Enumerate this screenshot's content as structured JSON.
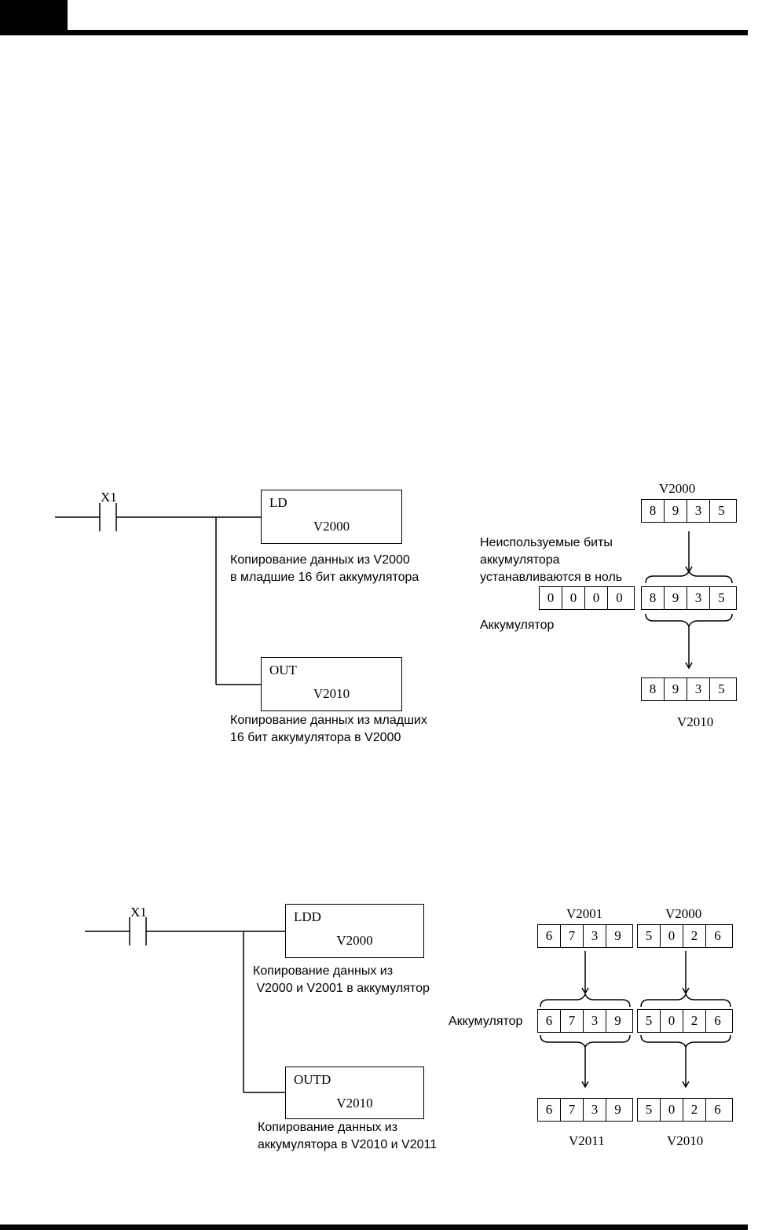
{
  "example1": {
    "contact_label": "X1",
    "instr1": {
      "mnemonic": "LD",
      "operand": "V2000"
    },
    "instr1_desc": [
      "Копирование данных из V2000",
      "в младшие 16 бит аккумулятора"
    ],
    "instr2": {
      "mnemonic": "OUT",
      "operand": "V2010"
    },
    "instr2_desc": [
      "Копирование данных из младших",
      "16 бит аккумулятора в V2000"
    ],
    "source_label": "V2000",
    "source_digits": [
      "8",
      "9",
      "3",
      "5"
    ],
    "unused_note": [
      "Неиспользуемые биты",
      "аккумулятора",
      "устанавливаются в ноль"
    ],
    "acc_high_digits": [
      "0",
      "0",
      "0",
      "0"
    ],
    "acc_low_digits": [
      "8",
      "9",
      "3",
      "5"
    ],
    "acc_label": "Аккумулятор",
    "dest_digits": [
      "8",
      "9",
      "3",
      "5"
    ],
    "dest_label": "V2010"
  },
  "example2": {
    "contact_label": "X1",
    "instr1": {
      "mnemonic": "LDD",
      "operand": "V2000"
    },
    "instr1_desc": [
      "Копирование данных из",
      " V2000 и V2001 в аккумулятор"
    ],
    "instr2": {
      "mnemonic": "OUTD",
      "operand": "V2010"
    },
    "instr2_desc": [
      "Копирование данных из",
      "аккумулятора в V2010 и V2011"
    ],
    "src_high_label": "V2001",
    "src_high_digits": [
      "6",
      "7",
      "3",
      "9"
    ],
    "src_low_label": "V2000",
    "src_low_digits": [
      "5",
      "0",
      "2",
      "6"
    ],
    "acc_label": "Аккумулятор",
    "acc_high_digits": [
      "6",
      "7",
      "3",
      "9"
    ],
    "acc_low_digits": [
      "5",
      "0",
      "2",
      "6"
    ],
    "dst_high_digits": [
      "6",
      "7",
      "3",
      "9"
    ],
    "dst_low_digits": [
      "5",
      "0",
      "2",
      "6"
    ],
    "dst_high_label": "V2011",
    "dst_low_label": "V2010"
  }
}
